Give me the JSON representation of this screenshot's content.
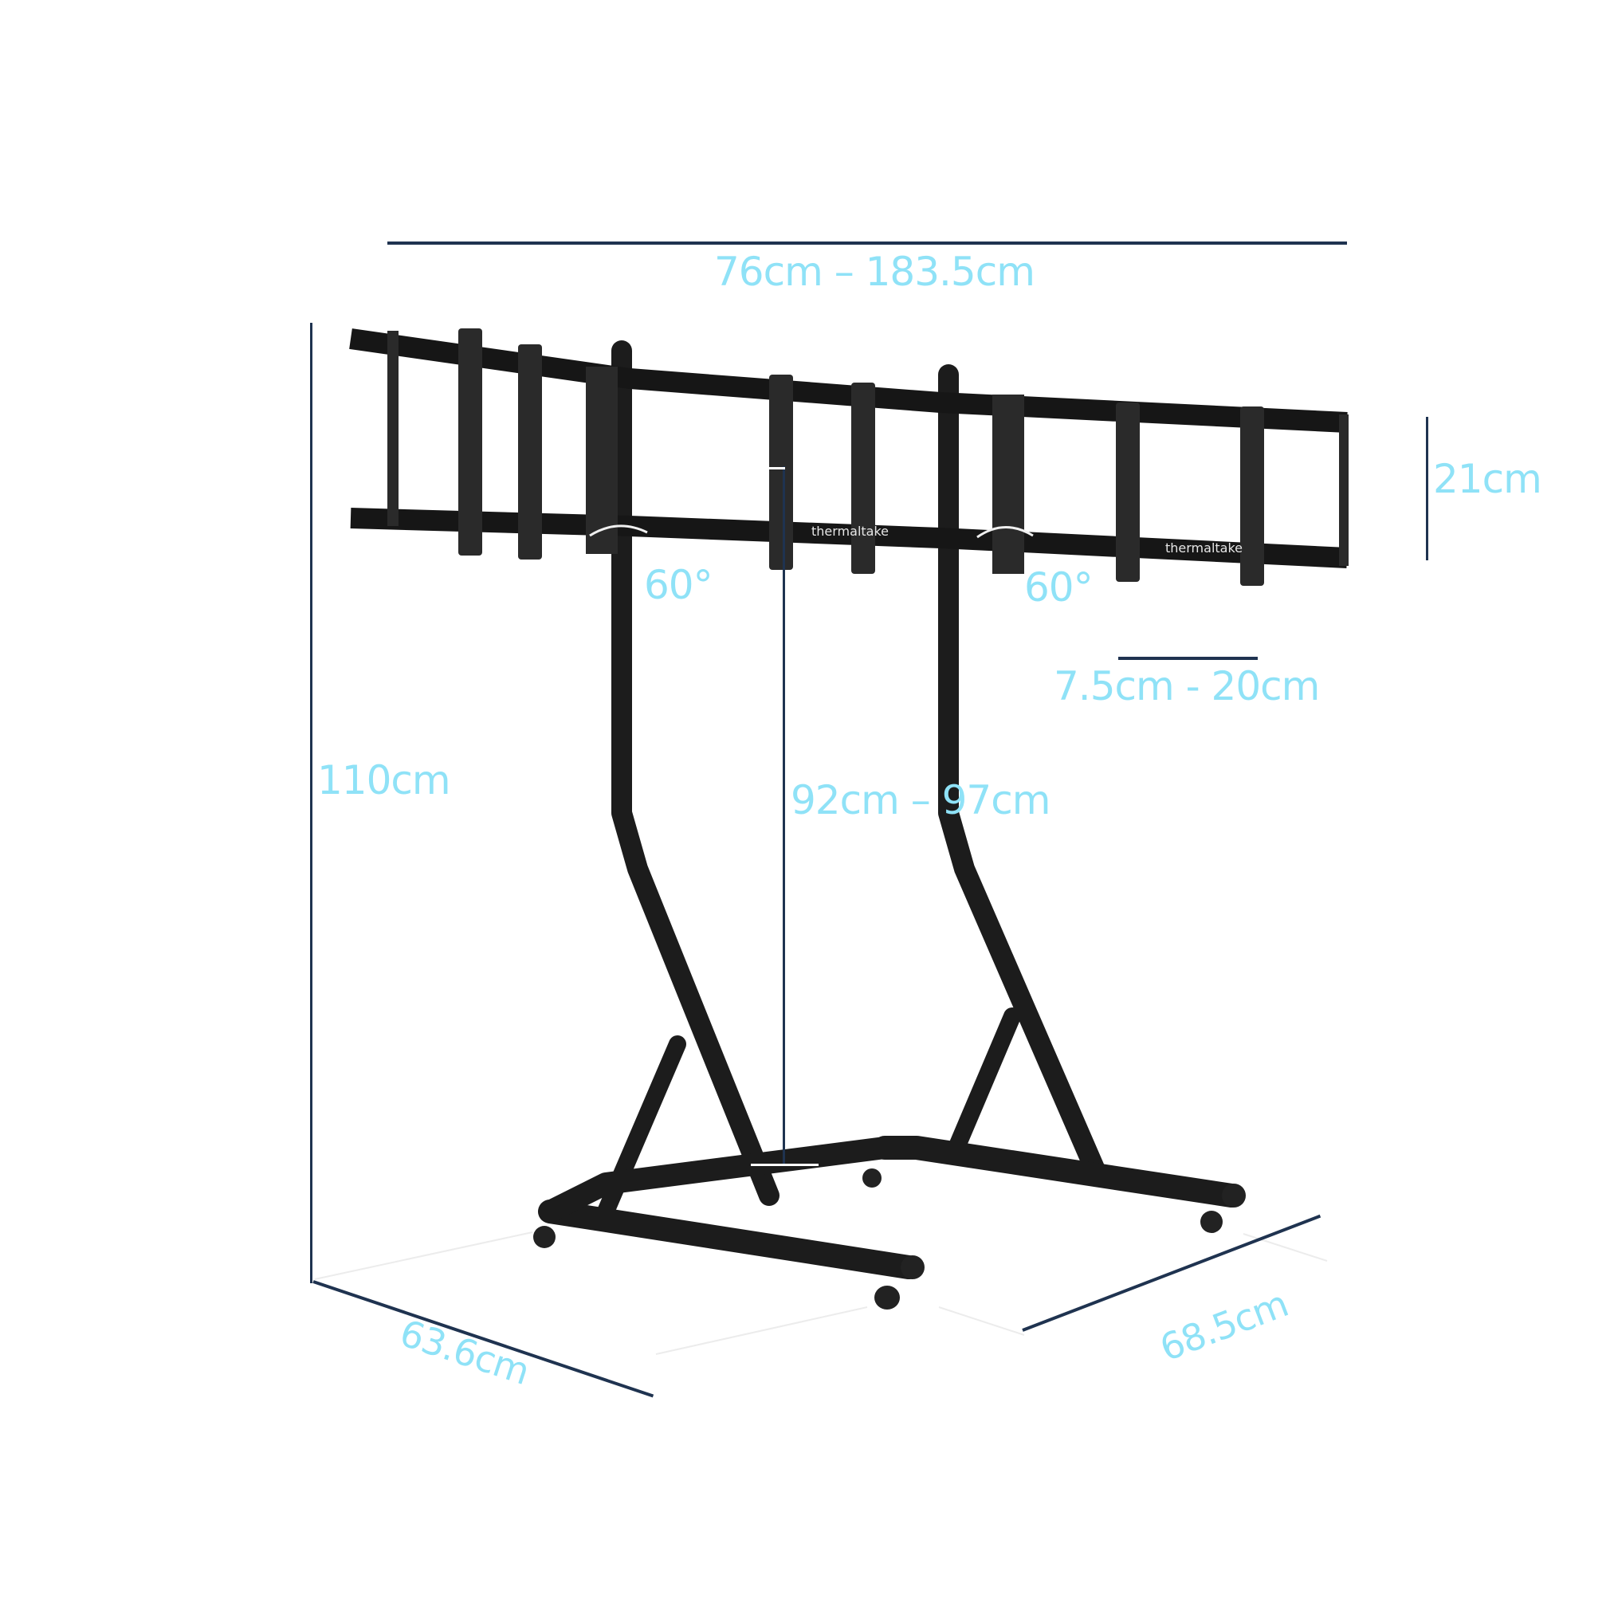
{
  "product": {
    "brand": "thermaltake",
    "description": "Triple monitor floor stand with dimension annotations"
  },
  "dimensions": {
    "width_range": "76cm – 183.5cm",
    "total_height": "110cm",
    "mount_height_range": "92cm – 97cm",
    "bracket_height": "21cm",
    "bracket_spacing_range": "7.5cm - 20cm",
    "swivel_left": "60°",
    "swivel_right": "60°",
    "base_depth": "63.6cm",
    "base_width": "68.5cm"
  },
  "colors": {
    "label": "#8fe2f7",
    "dimension_line": "#1f3350",
    "frame": "#1c1c1c"
  }
}
